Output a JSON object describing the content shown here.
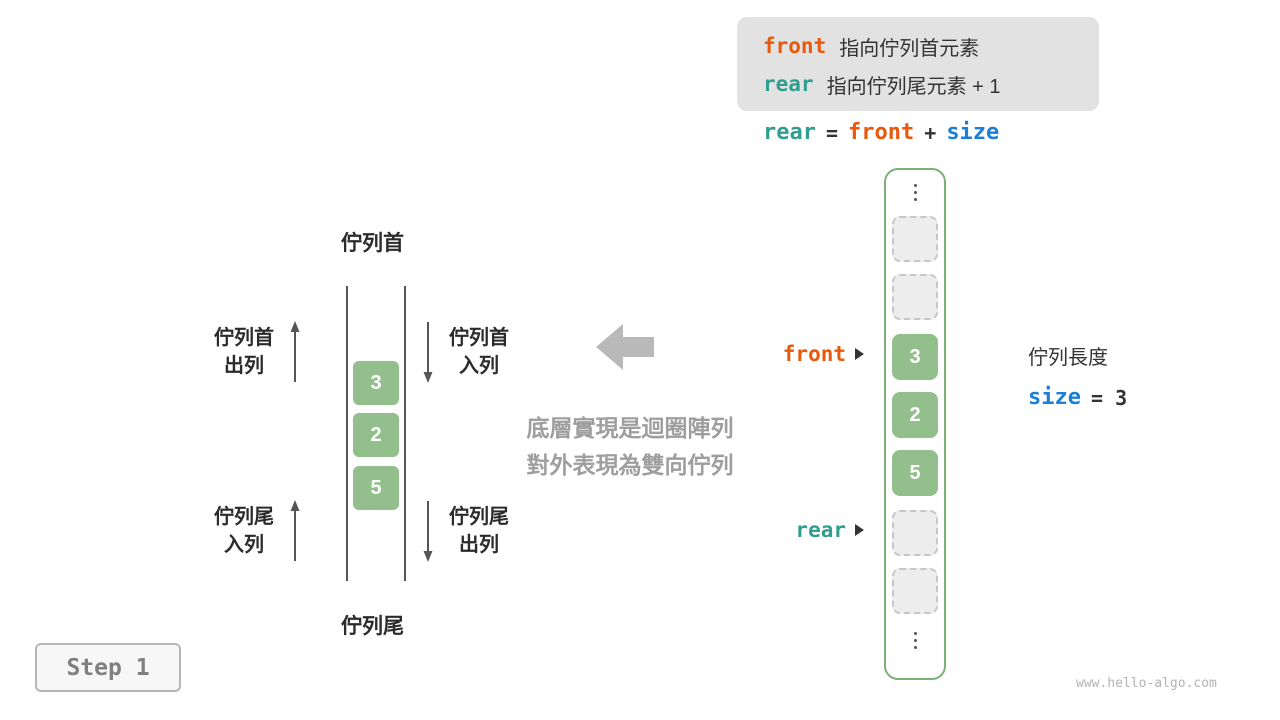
{
  "legend": {
    "front_var": "front",
    "front_desc": "指向佇列首元素",
    "rear_var": "rear",
    "rear_desc": "指向佇列尾元素 + 1"
  },
  "formula": {
    "lhs": "rear",
    "equals": "=",
    "rhs1": "front",
    "plus": "+",
    "rhs2": "size"
  },
  "queue": {
    "head_label": "佇列首",
    "tail_label": "佇列尾",
    "values": [
      "3",
      "2",
      "5"
    ],
    "annotations": {
      "left_top": [
        "佇列首",
        "出列"
      ],
      "left_bottom": [
        "佇列尾",
        "入列"
      ],
      "right_top": [
        "佇列首",
        "入列"
      ],
      "right_bottom": [
        "佇列尾",
        "出列"
      ]
    }
  },
  "note": [
    "底層實現是迴圈陣列",
    "對外表現為雙向佇列"
  ],
  "array": {
    "front_label": "front",
    "rear_label": "rear",
    "values": [
      "3",
      "2",
      "5"
    ]
  },
  "size_info": {
    "title": "佇列長度",
    "var": "size",
    "rest": "= 3"
  },
  "step_label": "Step 1",
  "watermark": "www.hello-algo.com",
  "colors": {
    "front": "#e8590c",
    "rear": "#2f9e8f",
    "size": "#1c7ed6",
    "cell_green": "#92bf8b"
  }
}
